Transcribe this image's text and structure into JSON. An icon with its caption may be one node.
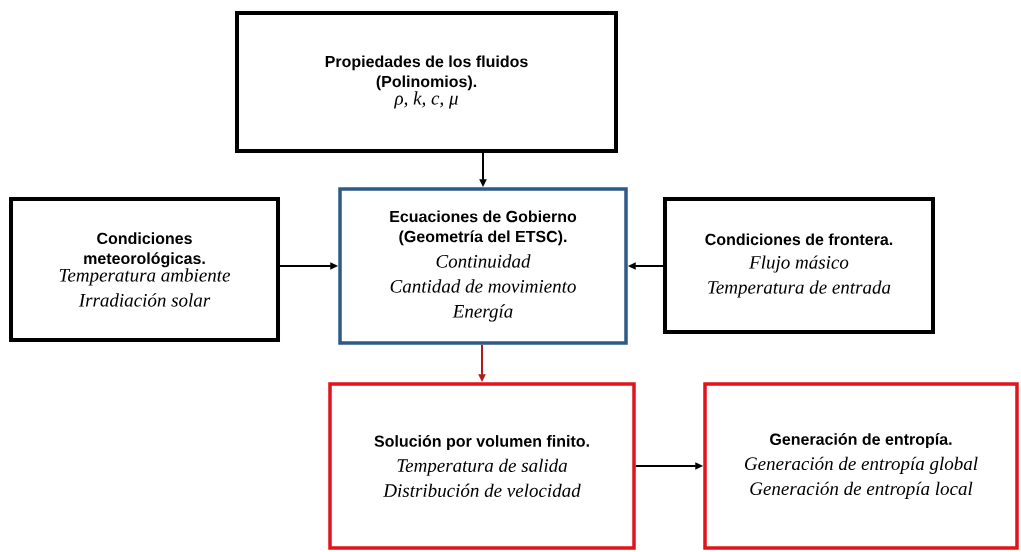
{
  "diagram": {
    "nodes": [
      {
        "text": [
          "Propiedades de los fluidos (Polinomios).",
          "ρ, k, c, μ"
        ]
      },
      {
        "text": [
          "Condiciones meteorológicas.",
          "Temperatura ambiente",
          "Irradiación solar"
        ]
      },
      {
        "text": [
          "Ecuaciones de Gobierno (Geometría del ETSC).",
          "Continuidad",
          "Cantidad de movimiento",
          "Energía"
        ]
      },
      {
        "text": [
          "Condiciones de frontera.",
          "Flujo másico",
          "Temperatura de entrada"
        ]
      },
      {
        "text": [
          "Solución por volumen finito.",
          "Temperatura de salida",
          "Distribución de velocidad"
        ]
      },
      {
        "text": [
          "Generación de entropía.",
          "Generación de entropía global",
          "Generación de entropía local"
        ]
      }
    ],
    "edges": [
      {
        "from": 0,
        "to": 2,
        "arrow": "to"
      },
      {
        "from": 1,
        "to": 2,
        "arrow": "to"
      },
      {
        "from": 3,
        "to": 2,
        "arrow": "to"
      },
      {
        "from": 2,
        "to": 4,
        "arrow": "to",
        "color": "#b01c1c"
      },
      {
        "from": 4,
        "to": 5,
        "arrow": "to"
      }
    ]
  }
}
